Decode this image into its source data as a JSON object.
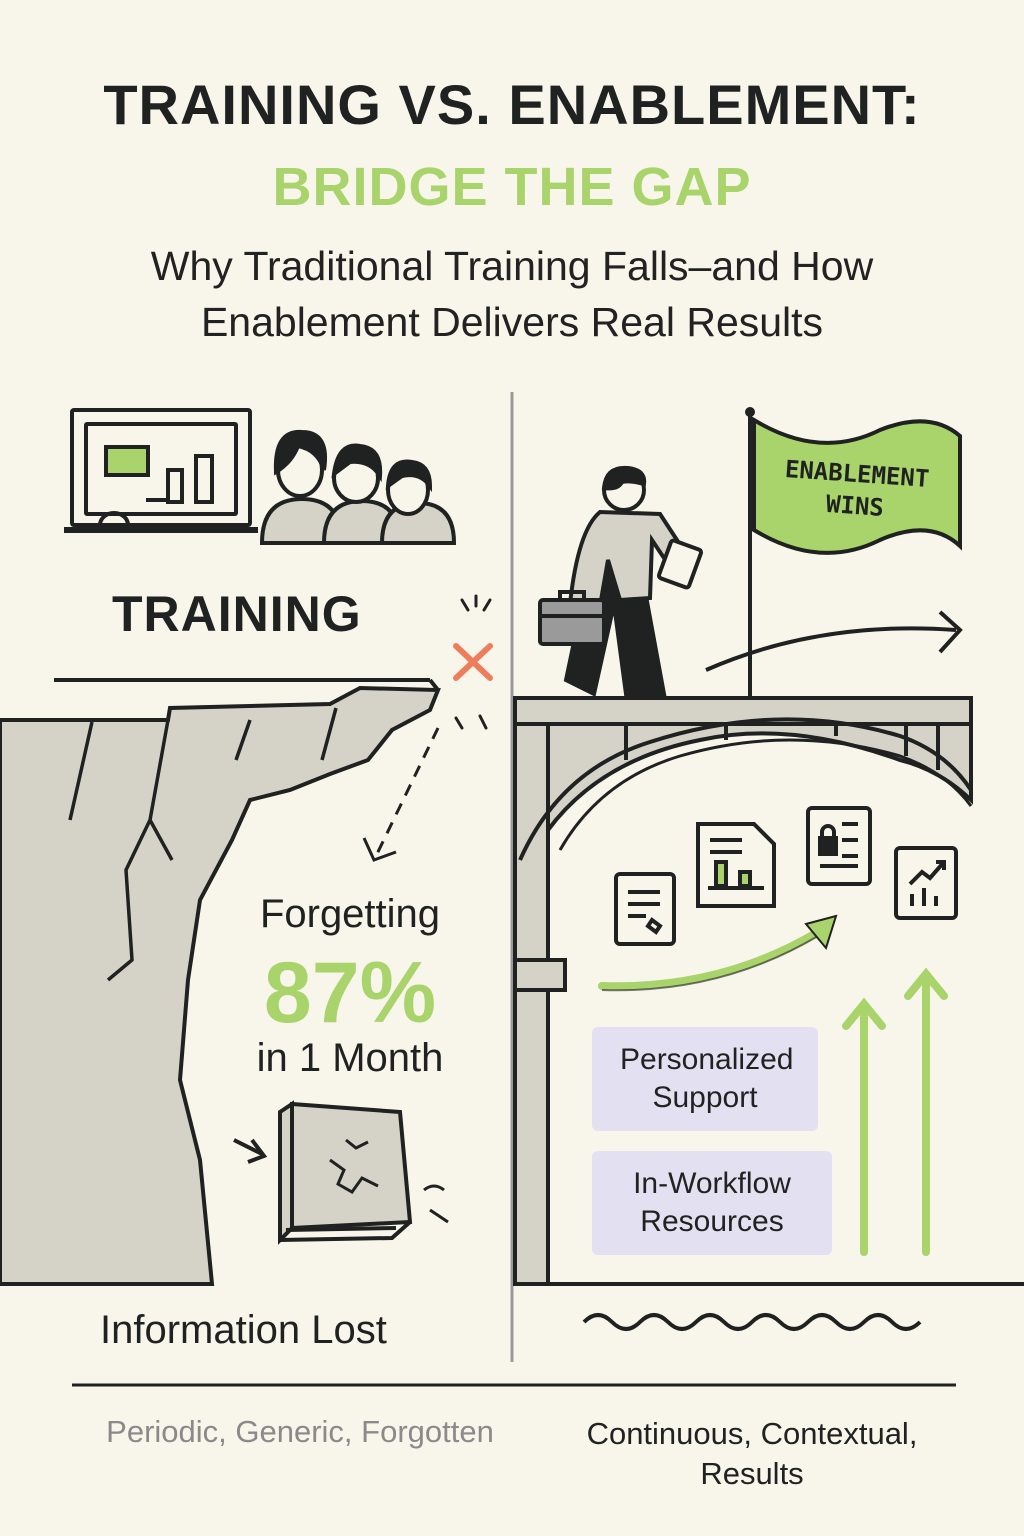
{
  "header": {
    "title_line1": "TRAINING VS. ENABLEMENT:",
    "title_line2": "BRIDGE THE GAP",
    "subtitle": "Why Traditional Training Falls–and How Enablement Delivers Real Results"
  },
  "left": {
    "label": "TRAINING",
    "stat_prefix": "Forgetting",
    "stat_value": "87%",
    "stat_suffix": "in 1 Month",
    "caption": "Information Lost"
  },
  "right": {
    "flag_text": "ENABLEMENT WINS",
    "pills": [
      "Personalized Support",
      "In-Workflow Resources"
    ]
  },
  "footer": {
    "left": "Periodic, Generic, Forgotten",
    "right": "Continuous, Contextual, Results"
  },
  "colors": {
    "accent_green": "#a9d36b",
    "ink": "#1f2221",
    "background": "#f8f5ea",
    "cliff": "#d5d2c8",
    "pill": "#e3e1f1",
    "error_x": "#ef7c5b"
  },
  "icons": [
    "presentation-board-icon",
    "people-icon",
    "cross-icon",
    "cracked-book-icon",
    "businessman-icon",
    "briefcase-icon",
    "flag-icon",
    "document-icon",
    "chart-document-icon",
    "lock-document-icon",
    "trend-chart-icon",
    "up-arrow-icon"
  ]
}
